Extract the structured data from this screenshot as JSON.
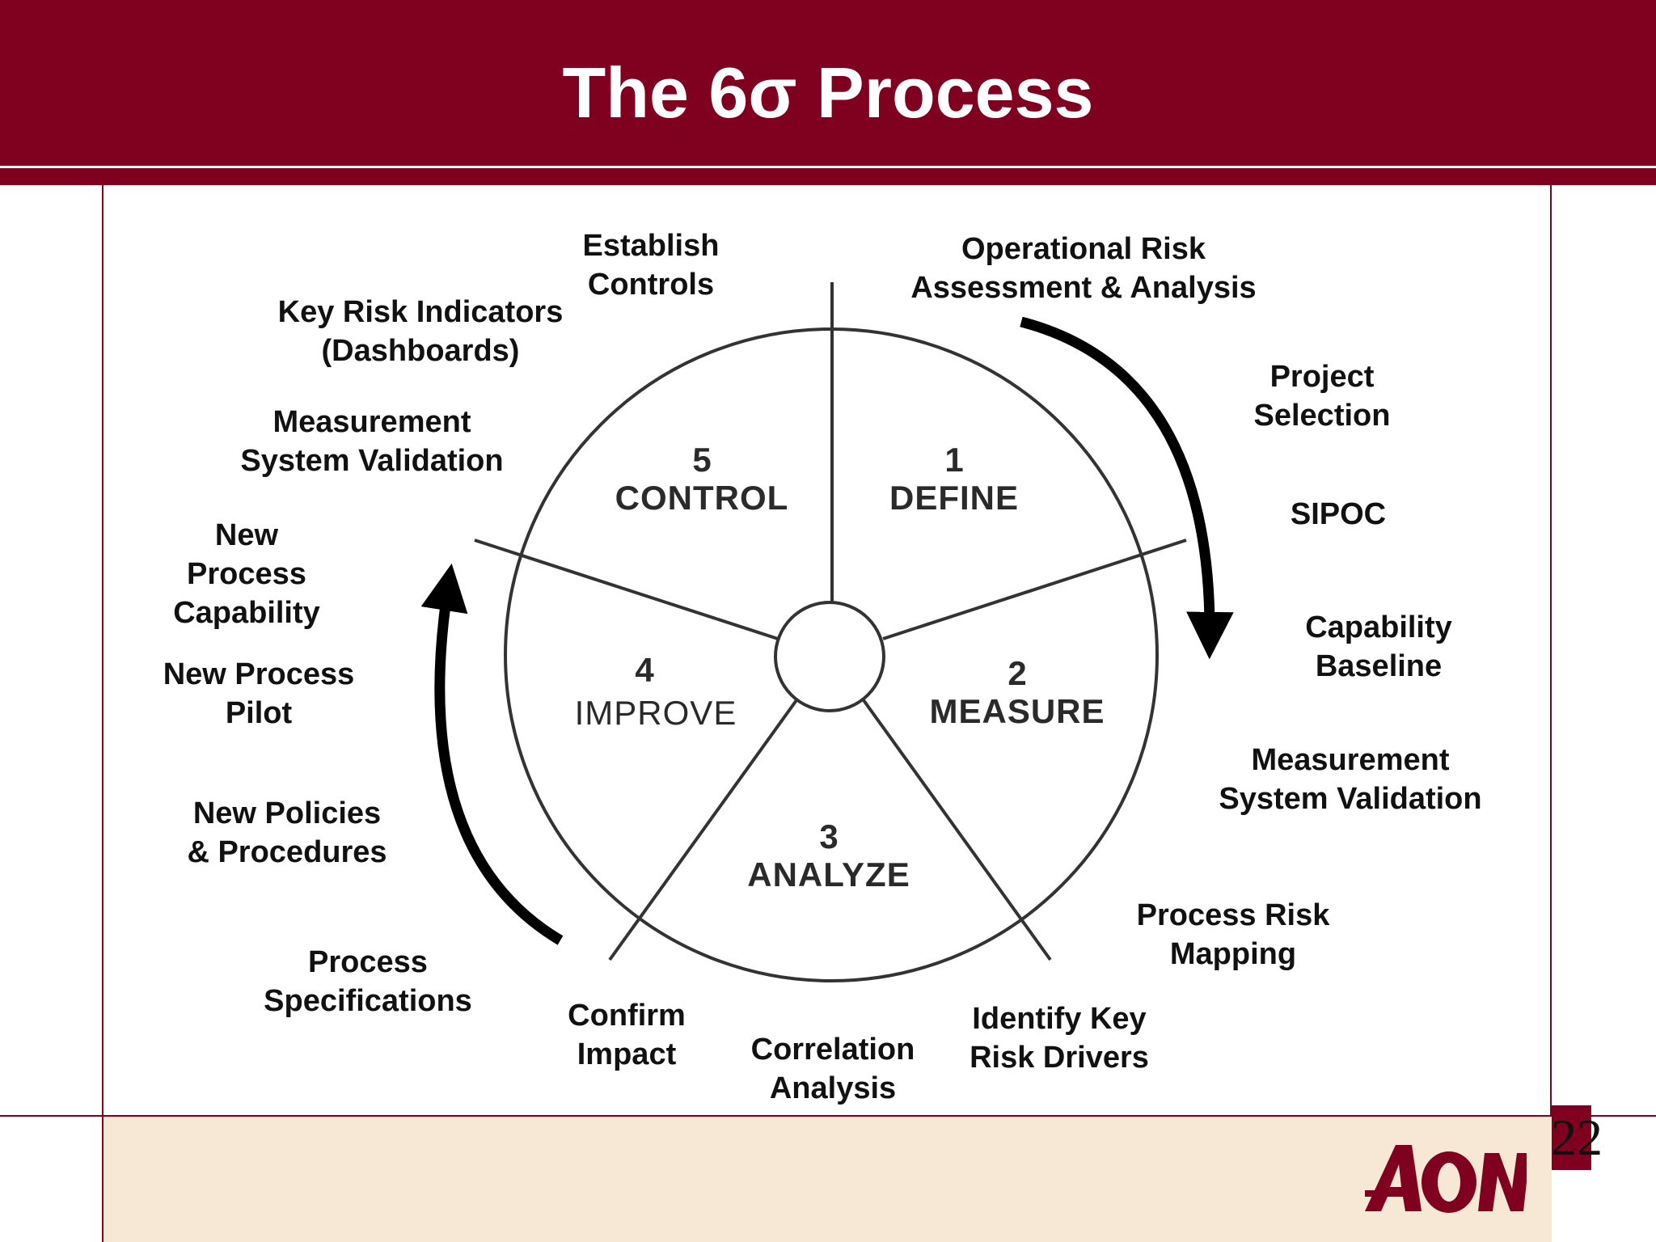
{
  "slide": {
    "title": "The 6σ Process",
    "page_number": "22",
    "logo_text": "AON",
    "colors": {
      "header": "#800020",
      "footer": "#f6e8d4",
      "text": "#111111"
    }
  },
  "phases": [
    {
      "number": "1",
      "name": "DEFINE"
    },
    {
      "number": "2",
      "name": "MEASURE"
    },
    {
      "number": "3",
      "name": "ANALYZE"
    },
    {
      "number": "4",
      "name": "IMPROVE"
    },
    {
      "number": "5",
      "name": "CONTROL"
    }
  ],
  "labels": [
    "Establish\nControls",
    "Operational Risk\nAssessment & Analysis",
    "Key Risk Indicators\n(Dashboards)",
    "Project\nSelection",
    "Measurement\nSystem Validation",
    "SIPOC",
    "New\nProcess\nCapability",
    "Capability\nBaseline",
    "New Process\nPilot",
    "Measurement\nSystem Validation",
    "New Policies\n& Procedures",
    "Process Risk\nMapping",
    "Process\nSpecifications",
    "Confirm\nImpact",
    "Correlation\nAnalysis",
    "Identify Key\nRisk Drivers"
  ]
}
